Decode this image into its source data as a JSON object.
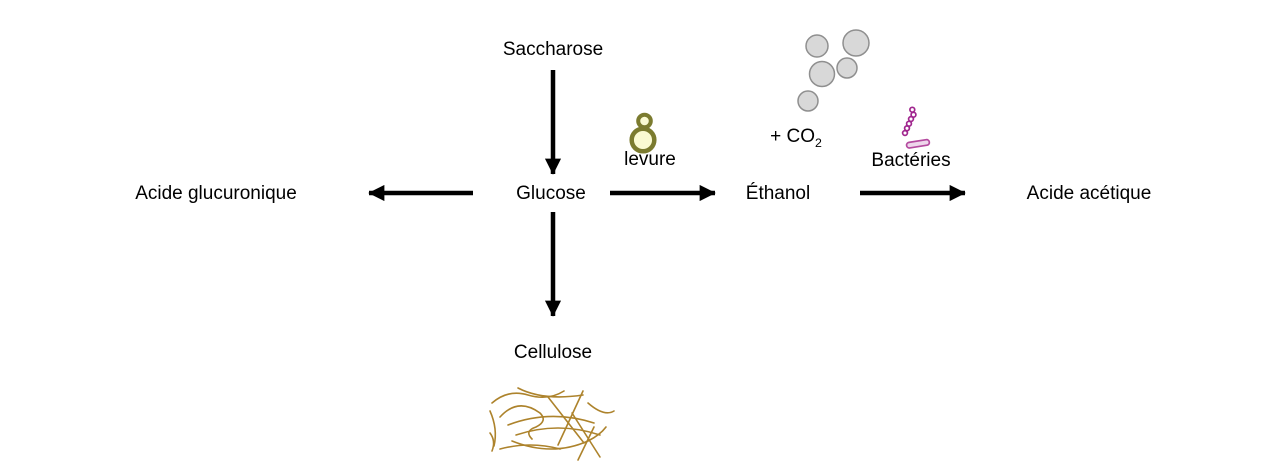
{
  "diagram": {
    "nodes": {
      "saccharose": {
        "label": "Saccharose"
      },
      "glucose": {
        "label": "Glucose"
      },
      "acide_glucuronique": {
        "label": "Acide glucuronique"
      },
      "ethanol": {
        "label": "Éthanol"
      },
      "acide_acetique": {
        "label": "Acide acétique"
      },
      "cellulose": {
        "label": "Cellulose"
      }
    },
    "annotations": {
      "levure": {
        "label": "levure",
        "icon": "yeast-cell-icon"
      },
      "bacteries": {
        "label": "Bactéries",
        "icon": "bacteria-icon"
      },
      "co2": {
        "prefix": "+ CO",
        "subscript": "2",
        "icon": "co2-bubbles-icon"
      },
      "cellulose_fibers": {
        "icon": "cellulose-fibers-icon"
      }
    },
    "edges": [
      {
        "from": "Saccharose",
        "to": "Glucose",
        "direction": "down"
      },
      {
        "from": "Glucose",
        "to": "Acide glucuronique",
        "direction": "left"
      },
      {
        "from": "Glucose",
        "to": "Éthanol",
        "direction": "right",
        "via": "levure",
        "byproduct": "+ CO2"
      },
      {
        "from": "Éthanol",
        "to": "Acide acétique",
        "direction": "right",
        "via": "Bactéries"
      },
      {
        "from": "Glucose",
        "to": "Cellulose",
        "direction": "down"
      }
    ],
    "colors": {
      "background": "#ffffff",
      "text": "#000000",
      "arrow": "#000000",
      "yeast_stroke": "#7b7b2f",
      "yeast_fill": "#fafad2",
      "bubble_fill": "#d8d8d8",
      "bubble_stroke": "#8f8f8f",
      "bacteria_chain": "#a0268e",
      "bacteria_rod_stroke": "#b44a9f",
      "bacteria_rod_fill": "#eed6eb",
      "fiber": "#ad832c"
    }
  }
}
